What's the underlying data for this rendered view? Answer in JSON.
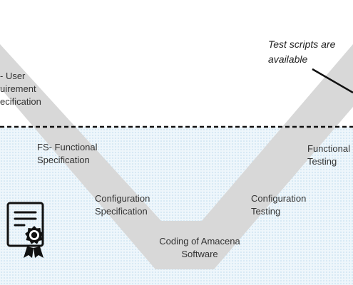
{
  "colors": {
    "band": "#d8d8d8",
    "dots": "#b8d8ec",
    "lower_background": "#eef6fb",
    "divider": "#111111",
    "text": "#333333",
    "icon": "#111111"
  },
  "labels": {
    "urs": {
      "line1": "- User",
      "line2": "uirement",
      "line3": "ecification"
    },
    "fs": {
      "line1": "FS- Functional",
      "line2": "Specification"
    },
    "config_spec": {
      "line1": "Configuration",
      "line2": "Specification"
    },
    "coding": {
      "line1": "Coding of Amacena",
      "line2": "Software"
    },
    "config_testing": {
      "line1": "Configuration",
      "line2": "Testing"
    },
    "functional_testing": {
      "line1": "Functional",
      "line2": "Testing"
    }
  },
  "callout": {
    "line1": "Test scripts are",
    "line2": "available"
  },
  "icons": {
    "certificate": "certificate-icon"
  }
}
